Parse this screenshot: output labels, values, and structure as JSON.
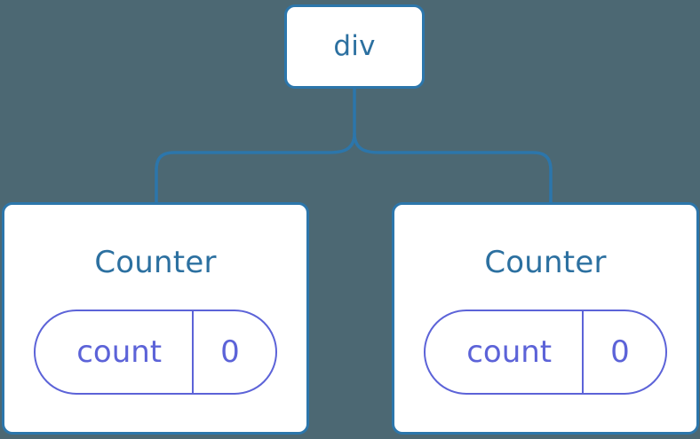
{
  "diagram": {
    "type": "component-tree",
    "background_color": "#4c6873",
    "node_border_color": "#2c76ab",
    "node_text_color": "#2c70a0",
    "connector_color": "#2c76ab",
    "state_color": "#5c63d8",
    "root": {
      "label": "div"
    },
    "children": [
      {
        "label": "Counter",
        "state": {
          "key": "count",
          "value": "0"
        }
      },
      {
        "label": "Counter",
        "state": {
          "key": "count",
          "value": "0"
        }
      }
    ]
  }
}
